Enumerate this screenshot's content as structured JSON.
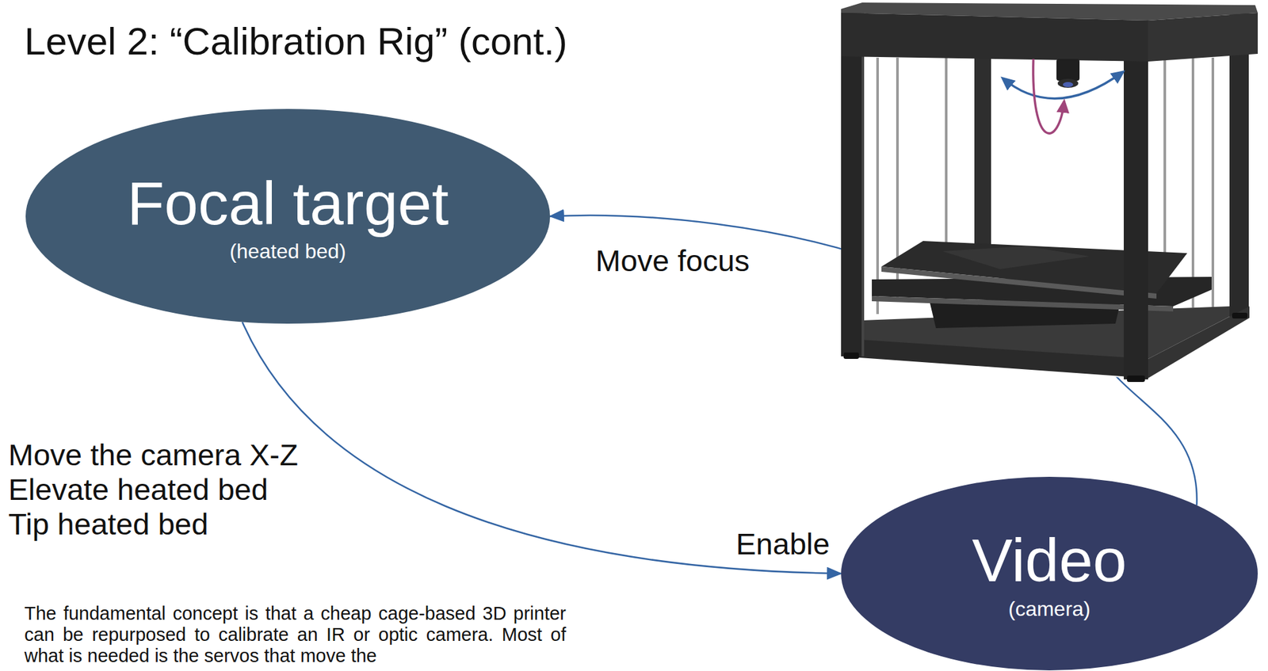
{
  "diagram": {
    "title": "Level 2: “Calibration Rig” (cont.)",
    "nodes": [
      {
        "text": [
          "Focal target",
          "(heated bed)"
        ]
      },
      {
        "text": [
          "Video",
          "(camera)"
        ]
      }
    ],
    "edges": [
      {
        "from": 1,
        "to": 0,
        "label": "Move focus",
        "arrow": "to"
      },
      {
        "from": 0,
        "to": 1,
        "label": "Enable",
        "arrow": "to"
      }
    ],
    "labels": [
      "Move the camera X-Z",
      "Elevate heated bed",
      "Tip heated bed",
      "The fundamental concept is that a cheap cage-based 3D printer can be repurposed to calibrate an IR or optic camera. Most of what is needed is the servos that move the"
    ]
  }
}
